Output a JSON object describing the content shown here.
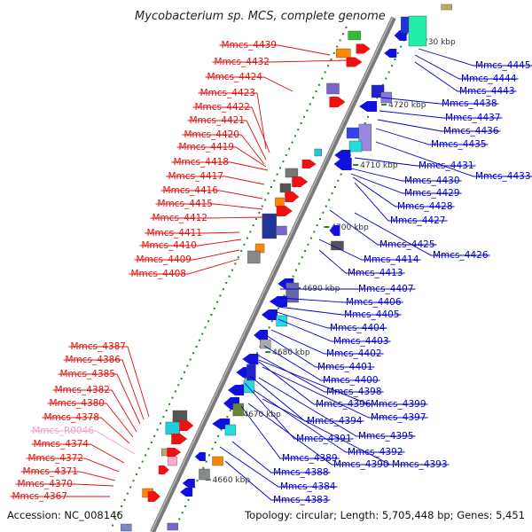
{
  "title": "Mycobacterium sp. MCS, complete genome",
  "accession": "Accession: NC_008146",
  "summary": "Topology: circular; Length: 5,705,448 bp; Genes: 5,451",
  "colors": {
    "forward_label": "#dd1111",
    "reverse_label": "#0000cc",
    "rna_label": "#f0a0d0",
    "backbone": "#888888",
    "tick": "#228822"
  },
  "kbp_ticks": [
    "4730 kbp",
    "4720 kbp",
    "4710 kbp",
    "4700 kbp",
    "4690 kbp",
    "4680 kbp",
    "4670 kbp",
    "4660 kbp"
  ],
  "left_labels": [
    {
      "text": "Mmcs_4439",
      "kind": "cds"
    },
    {
      "text": "Mmcs_4432",
      "kind": "cds"
    },
    {
      "text": "Mmcs_4424",
      "kind": "cds"
    },
    {
      "text": "Mmcs_4423",
      "kind": "cds"
    },
    {
      "text": "Mmcs_4422",
      "kind": "cds"
    },
    {
      "text": "Mmcs_4421",
      "kind": "cds"
    },
    {
      "text": "Mmcs_4420",
      "kind": "cds"
    },
    {
      "text": "Mmcs_4419",
      "kind": "cds"
    },
    {
      "text": "Mmcs_4418",
      "kind": "cds"
    },
    {
      "text": "Mmcs_4417",
      "kind": "cds"
    },
    {
      "text": "Mmcs_4416",
      "kind": "cds"
    },
    {
      "text": "Mmcs_4415",
      "kind": "cds"
    },
    {
      "text": "Mmcs_4412",
      "kind": "cds"
    },
    {
      "text": "Mmcs_4411",
      "kind": "cds"
    },
    {
      "text": "Mmcs_4410",
      "kind": "cds"
    },
    {
      "text": "Mmcs_4409",
      "kind": "cds"
    },
    {
      "text": "Mmcs_4408",
      "kind": "cds"
    },
    {
      "text": "Mmcs_4387",
      "kind": "cds"
    },
    {
      "text": "Mmcs_4386",
      "kind": "cds"
    },
    {
      "text": "Mmcs_4385",
      "kind": "cds"
    },
    {
      "text": "Mmcs_4382",
      "kind": "cds"
    },
    {
      "text": "Mmcs_4380",
      "kind": "cds"
    },
    {
      "text": "Mmcs_4378",
      "kind": "cds"
    },
    {
      "text": "Mmcs_R0046",
      "kind": "rna"
    },
    {
      "text": "Mmcs_4374",
      "kind": "cds"
    },
    {
      "text": "Mmcs_4372",
      "kind": "cds"
    },
    {
      "text": "Mmcs_4371",
      "kind": "cds"
    },
    {
      "text": "Mmcs_4370",
      "kind": "cds"
    },
    {
      "text": "Mmcs_4367",
      "kind": "cds"
    }
  ],
  "right_labels": [
    "Mmcs_4445",
    "Mmcs_4444",
    "Mmcs_4443",
    "Mmcs_4438",
    "Mmcs_4437",
    "Mmcs_4436",
    "Mmcs_4435",
    "Mmcs_4431",
    "Mmcs_4433",
    "Mmcs_4430",
    "Mmcs_4429",
    "Mmcs_4428",
    "Mmcs_4427",
    "Mmcs_4425",
    "Mmcs_4426",
    "Mmcs_4414",
    "Mmcs_4413",
    "Mmcs_4407",
    "Mmcs_4406",
    "Mmcs_4405",
    "Mmcs_4404",
    "Mmcs_4403",
    "Mmcs_4402",
    "Mmcs_4401",
    "Mmcs_4400",
    "Mmcs_4398",
    "Mmcs_4396",
    "Mmcs_4399",
    "Mmcs_4397",
    "Mmcs_4394",
    "Mmcs_4395",
    "Mmcs_4391",
    "Mmcs_4392",
    "Mmcs_4389",
    "Mmcs_4390",
    "Mmcs_4393",
    "Mmcs_4388",
    "Mmcs_4384",
    "Mmcs_4383"
  ]
}
